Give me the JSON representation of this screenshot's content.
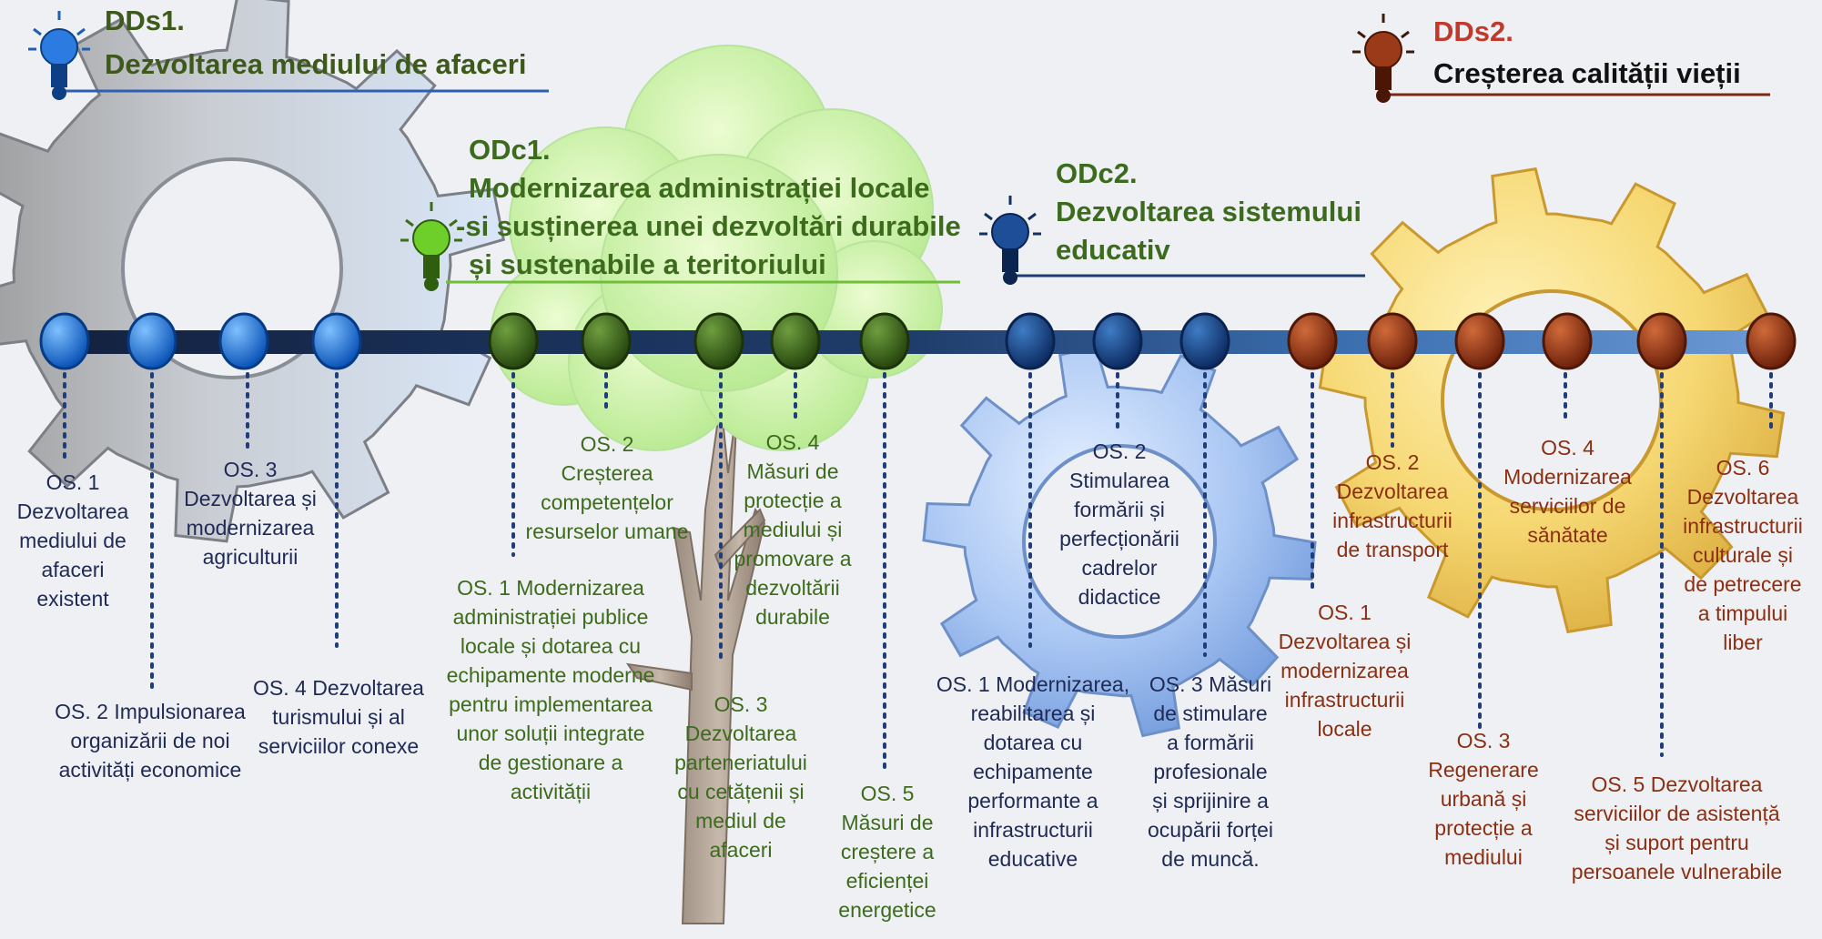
{
  "colors": {
    "blue": "#1e6fd6",
    "green": "#3d6b1d",
    "navy": "#13407a",
    "brown": "#8b2f12",
    "ddsRed": "#c0392b",
    "text": "#1f2a55"
  },
  "headers": {
    "dds1": {
      "code": "DDs1.",
      "title": "Dezvoltarea mediului de afaceri"
    },
    "dds2": {
      "code": "DDs2.",
      "title": "Creșterea calității vieții"
    },
    "odc1": {
      "code": "ODc1.",
      "line1": "Modernizarea administrației locale",
      "line2": "-si susținerea unei dezvoltări durabile",
      "line3": "și sustenabile a teritoriului"
    },
    "odc2": {
      "code": "ODc2.",
      "line1": "Dezvoltarea sistemului",
      "line2": "educativ"
    }
  },
  "objectives": [
    {
      "id": "dds1-os1",
      "lines": [
        "OS. 1",
        "Dezvoltarea",
        "mediului de",
        "afaceri",
        "existent"
      ]
    },
    {
      "id": "dds1-os2",
      "lines": [
        "OS. 2 Impulsionarea",
        "organizării de noi",
        "activități economice"
      ]
    },
    {
      "id": "dds1-os3",
      "lines": [
        "OS. 3",
        "Dezvoltarea și",
        "modernizarea",
        "agriculturii"
      ]
    },
    {
      "id": "dds1-os4",
      "lines": [
        "OS. 4 Dezvoltarea",
        "turismului și al",
        "serviciilor conexe"
      ]
    },
    {
      "id": "odc1-os1",
      "lines": [
        "OS. 1 Modernizarea",
        "administrației publice",
        "locale și dotarea cu",
        "echipamente moderne",
        "pentru implementarea",
        "unor soluții integrate",
        "de gestionare a",
        "activității"
      ]
    },
    {
      "id": "odc1-os2",
      "lines": [
        "OS. 2",
        "Creșterea",
        "competențelor",
        "resurselor umane"
      ]
    },
    {
      "id": "odc1-os3",
      "lines": [
        "OS. 3",
        "Dezvoltarea",
        "parteneriatului",
        "cu cetățenii și",
        "mediul de",
        "afaceri"
      ]
    },
    {
      "id": "odc1-os4",
      "lines": [
        "OS. 4",
        "Măsuri de",
        "protecție a",
        "mediului și",
        "promovare a",
        "dezvoltării",
        "durabile"
      ]
    },
    {
      "id": "odc1-os5",
      "lines": [
        "OS. 5",
        "Măsuri de",
        "creștere a",
        "eficienței",
        "energetice"
      ]
    },
    {
      "id": "odc2-os1",
      "lines": [
        "OS. 1 Modernizarea,",
        "reabilitarea și",
        "dotarea cu",
        "echipamente",
        "performante a",
        "infrastructurii",
        "educative"
      ]
    },
    {
      "id": "odc2-os2",
      "lines": [
        "OS. 2",
        "Stimularea",
        "formării și",
        "perfecționării",
        "cadrelor",
        "didactice"
      ]
    },
    {
      "id": "odc2-os3",
      "lines": [
        "OS. 3 Măsuri",
        "de stimulare",
        "a formării",
        "profesionale",
        "și sprijinire a",
        "ocupării forței",
        "de muncă."
      ]
    },
    {
      "id": "dds2-os1",
      "lines": [
        "OS. 1",
        "Dezvoltarea și",
        "modernizarea",
        "infrastructurii",
        "locale"
      ]
    },
    {
      "id": "dds2-os2",
      "lines": [
        "OS. 2",
        "Dezvoltarea",
        "infrastructurii",
        "de transport"
      ]
    },
    {
      "id": "dds2-os3",
      "lines": [
        "OS. 3",
        "Regenerare",
        "urbană și",
        "protecție a",
        "mediului"
      ]
    },
    {
      "id": "dds2-os4",
      "lines": [
        "OS. 4",
        "Modernizarea",
        "serviciilor de",
        "sănătate"
      ]
    },
    {
      "id": "dds2-os5",
      "lines": [
        "OS. 5 Dezvoltarea",
        "serviciilor de asistență",
        "și suport pentru",
        "persoanele vulnerabile"
      ]
    },
    {
      "id": "dds2-os6",
      "lines": [
        "OS. 6",
        "Dezvoltarea",
        "infrastructurii",
        "culturale și",
        "de petrecere",
        "a timpului",
        "liber"
      ]
    }
  ]
}
